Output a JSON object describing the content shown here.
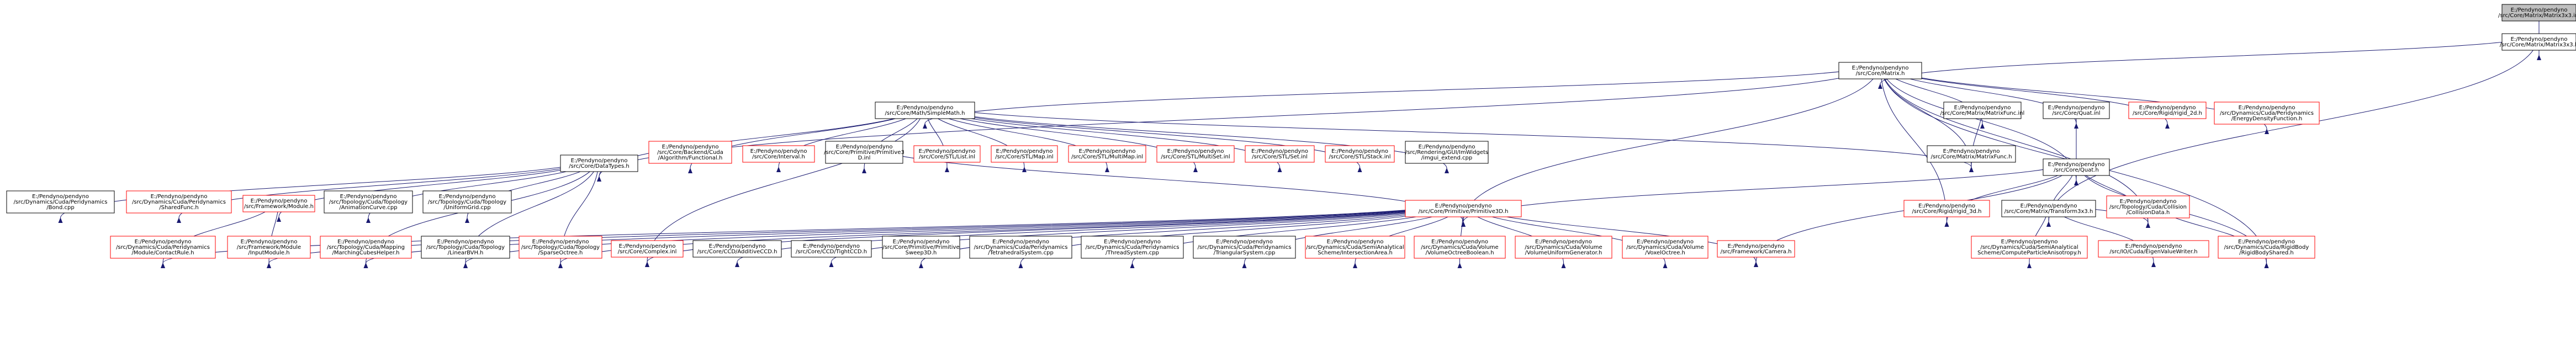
{
  "title": "Matrix3x3.inl include dependency graph",
  "colors": {
    "root_fill": "#bfbfbf",
    "normal_fill": "#ffffff",
    "normal_border": "#000000",
    "leaf_border": "#ff0000",
    "edge": "#191970"
  },
  "nodes": [
    {
      "id": "n0",
      "lines": [
        "E:/Pendyno/pendyno",
        "/src/Core/Matrix/Matrix3x3.inl"
      ],
      "kind": "root"
    },
    {
      "id": "n1",
      "lines": [
        "E:/Pendyno/pendyno",
        "/src/Core/Matrix/Matrix3x3.h"
      ],
      "kind": "normal"
    },
    {
      "id": "n2",
      "lines": [
        "E:/Pendyno/pendyno",
        "/src/Core/Matrix.h"
      ],
      "kind": "normal"
    },
    {
      "id": "n3",
      "lines": [
        "E:/Pendyno/pendyno",
        "/src/Core/Math/SimpleMath.h"
      ],
      "kind": "normal"
    },
    {
      "id": "n4",
      "lines": [
        "E:/Pendyno/pendyno",
        "/src/Core/Matrix/MatrixFunc.inl"
      ],
      "kind": "normal"
    },
    {
      "id": "n5",
      "lines": [
        "E:/Pendyno/pendyno",
        "/src/Core/Quat.inl"
      ],
      "kind": "normal"
    },
    {
      "id": "n6",
      "lines": [
        "E:/Pendyno/pendyno",
        "/src/Core/Rigid/rigid_2d.h"
      ],
      "kind": "leaf"
    },
    {
      "id": "n7",
      "lines": [
        "E:/Pendyno/pendyno",
        "/src/Dynamics/Cuda/Peridynamics",
        "/EnergyDensityFunction.h"
      ],
      "kind": "leaf"
    },
    {
      "id": "n8",
      "lines": [
        "E:/Pendyno/pendyno",
        "/src/Core/DataTypes.h"
      ],
      "kind": "normal"
    },
    {
      "id": "n9",
      "lines": [
        "E:/Pendyno/pendyno",
        "/src/Core/Backend/Cuda",
        "/Algorithm/Functional.h"
      ],
      "kind": "leaf"
    },
    {
      "id": "n10",
      "lines": [
        "E:/Pendyno/pendyno",
        "/src/Core/Interval.h"
      ],
      "kind": "leaf"
    },
    {
      "id": "n11",
      "lines": [
        "E:/Pendyno/pendyno",
        "/src/Core/Primitive/Primitive3",
        "D.inl"
      ],
      "kind": "normal"
    },
    {
      "id": "n12",
      "lines": [
        "E:/Pendyno/pendyno",
        "/src/Core/STL/List.inl"
      ],
      "kind": "leaf"
    },
    {
      "id": "n13",
      "lines": [
        "E:/Pendyno/pendyno",
        "/src/Core/STL/Map.inl"
      ],
      "kind": "leaf"
    },
    {
      "id": "n14",
      "lines": [
        "E:/Pendyno/pendyno",
        "/src/Core/STL/MultiMap.inl"
      ],
      "kind": "leaf"
    },
    {
      "id": "n15",
      "lines": [
        "E:/Pendyno/pendyno",
        "/src/Core/STL/MultiSet.inl"
      ],
      "kind": "leaf"
    },
    {
      "id": "n16",
      "lines": [
        "E:/Pendyno/pendyno",
        "/src/Core/STL/Set.inl"
      ],
      "kind": "leaf"
    },
    {
      "id": "n17",
      "lines": [
        "E:/Pendyno/pendyno",
        "/src/Core/STL/Stack.inl"
      ],
      "kind": "leaf"
    },
    {
      "id": "n18",
      "lines": [
        "E:/Pendyno/pendyno",
        "/src/Rendering/GUI/ImWidgets",
        "/imgui_extend.cpp"
      ],
      "kind": "normal"
    },
    {
      "id": "n19",
      "lines": [
        "E:/Pendyno/pendyno",
        "/src/Core/Matrix/MatrixFunc.h"
      ],
      "kind": "normal"
    },
    {
      "id": "n20",
      "lines": [
        "E:/Pendyno/pendyno",
        "/src/Core/Quat.h"
      ],
      "kind": "normal"
    },
    {
      "id": "n21",
      "lines": [
        "E:/Pendyno/pendyno",
        "/src/Dynamics/Cuda/Peridynamics",
        "/Bond.cpp"
      ],
      "kind": "normal"
    },
    {
      "id": "n22",
      "lines": [
        "E:/Pendyno/pendyno",
        "/src/Dynamics/Cuda/Peridynamics",
        "/SharedFunc.h"
      ],
      "kind": "leaf"
    },
    {
      "id": "n23",
      "lines": [
        "E:/Pendyno/pendyno",
        "/src/Framework/Module.h"
      ],
      "kind": "leaf"
    },
    {
      "id": "n24",
      "lines": [
        "E:/Pendyno/pendyno",
        "/src/Topology/Cuda/Topology",
        "/AnimationCurve.cpp"
      ],
      "kind": "normal"
    },
    {
      "id": "n25",
      "lines": [
        "E:/Pendyno/pendyno",
        "/src/Topology/Cuda/Topology",
        "/UniformGrid.cpp"
      ],
      "kind": "normal"
    },
    {
      "id": "n26",
      "lines": [
        "E:/Pendyno/pendyno",
        "/src/Core/Primitive/Primitive3D.h"
      ],
      "kind": "leaf"
    },
    {
      "id": "n27",
      "lines": [
        "E:/Pendyno/pendyno",
        "/src/Core/Rigid/rigid_3d.h"
      ],
      "kind": "leaf"
    },
    {
      "id": "n28",
      "lines": [
        "E:/Pendyno/pendyno",
        "/src/Core/Matrix/Transform3x3.h"
      ],
      "kind": "normal"
    },
    {
      "id": "n29",
      "lines": [
        "E:/Pendyno/pendyno",
        "/src/Topology/Cuda/Collision",
        "/CollisionData.h"
      ],
      "kind": "leaf"
    },
    {
      "id": "n30",
      "lines": [
        "E:/Pendyno/pendyno",
        "/src/Dynamics/Cuda/Peridynamics",
        "/Module/ContactRule.h"
      ],
      "kind": "leaf"
    },
    {
      "id": "n31",
      "lines": [
        "E:/Pendyno/pendyno",
        "/src/Framework/Module",
        "/InputModule.h"
      ],
      "kind": "leaf"
    },
    {
      "id": "n32",
      "lines": [
        "E:/Pendyno/pendyno",
        "/src/Topology/Cuda/Mapping",
        "/MarchingCubesHelper.h"
      ],
      "kind": "leaf"
    },
    {
      "id": "n33",
      "lines": [
        "E:/Pendyno/pendyno",
        "/src/Topology/Cuda/Topology",
        "/LinearBVH.h"
      ],
      "kind": "normal"
    },
    {
      "id": "n34",
      "lines": [
        "E:/Pendyno/pendyno",
        "/src/Topology/Cuda/Topology",
        "/SparseOctree.h"
      ],
      "kind": "leaf"
    },
    {
      "id": "n35",
      "lines": [
        "E:/Pendyno/pendyno",
        "/src/Core/Complex.inl"
      ],
      "kind": "leaf"
    },
    {
      "id": "n36",
      "lines": [
        "E:/Pendyno/pendyno",
        "/src/Core/CCD/AdditiveCCD.h"
      ],
      "kind": "normal"
    },
    {
      "id": "n37",
      "lines": [
        "E:/Pendyno/pendyno",
        "/src/Core/CCD/TightCCD.h"
      ],
      "kind": "normal"
    },
    {
      "id": "n38",
      "lines": [
        "E:/Pendyno/pendyno",
        "/src/Core/Primitive/Primitive",
        "Sweep3D.h"
      ],
      "kind": "normal"
    },
    {
      "id": "n39",
      "lines": [
        "E:/Pendyno/pendyno",
        "/src/Dynamics/Cuda/Peridynamics",
        "/TetrahedralSystem.cpp"
      ],
      "kind": "normal"
    },
    {
      "id": "n40",
      "lines": [
        "E:/Pendyno/pendyno",
        "/src/Dynamics/Cuda/Peridynamics",
        "/ThreadSystem.cpp"
      ],
      "kind": "normal"
    },
    {
      "id": "n41",
      "lines": [
        "E:/Pendyno/pendyno",
        "/src/Dynamics/Cuda/Peridynamics",
        "/TriangularSystem.cpp"
      ],
      "kind": "normal"
    },
    {
      "id": "n42",
      "lines": [
        "E:/Pendyno/pendyno",
        "/src/Dynamics/Cuda/SemiAnalytical",
        "Scheme/IntersectionArea.h"
      ],
      "kind": "leaf"
    },
    {
      "id": "n43",
      "lines": [
        "E:/Pendyno/pendyno",
        "/src/Dynamics/Cuda/Volume",
        "/VolumeOctreeBoolean.h"
      ],
      "kind": "leaf"
    },
    {
      "id": "n44",
      "lines": [
        "E:/Pendyno/pendyno",
        "/src/Dynamics/Cuda/Volume",
        "/VolumeUniformGenerator.h"
      ],
      "kind": "leaf"
    },
    {
      "id": "n45",
      "lines": [
        "E:/Pendyno/pendyno",
        "/src/Dynamics/Cuda/Volume",
        "/VoxelOctree.h"
      ],
      "kind": "leaf"
    },
    {
      "id": "n46",
      "lines": [
        "E:/Pendyno/pendyno",
        "/src/Framework/Camera.h"
      ],
      "kind": "leaf"
    },
    {
      "id": "n47",
      "lines": [
        "E:/Pendyno/pendyno",
        "/src/Dynamics/Cuda/SemiAnalytical",
        "Scheme/ComputeParticleAnisotropy.h"
      ],
      "kind": "leaf"
    },
    {
      "id": "n48",
      "lines": [
        "E:/Pendyno/pendyno",
        "/src/IO/Cuda/EigenValueWriter.h"
      ],
      "kind": "leaf"
    },
    {
      "id": "n49",
      "lines": [
        "E:/Pendyno/pendyno",
        "/src/Dynamics/Cuda/RigidBody",
        "/RigidBodyShared.h"
      ],
      "kind": "leaf"
    }
  ],
  "edges": [
    [
      "n0",
      "n1"
    ],
    [
      "n1",
      "n2"
    ],
    [
      "n1",
      "n28"
    ],
    [
      "n2",
      "n3"
    ],
    [
      "n2",
      "n4"
    ],
    [
      "n2",
      "n5"
    ],
    [
      "n2",
      "n6"
    ],
    [
      "n2",
      "n7"
    ],
    [
      "n2",
      "n8"
    ],
    [
      "n2",
      "n19"
    ],
    [
      "n2",
      "n20"
    ],
    [
      "n2",
      "n26"
    ],
    [
      "n2",
      "n27"
    ],
    [
      "n2",
      "n29"
    ],
    [
      "n2",
      "n49"
    ],
    [
      "n3",
      "n8"
    ],
    [
      "n3",
      "n9"
    ],
    [
      "n3",
      "n10"
    ],
    [
      "n3",
      "n11"
    ],
    [
      "n3",
      "n12"
    ],
    [
      "n3",
      "n13"
    ],
    [
      "n3",
      "n14"
    ],
    [
      "n3",
      "n15"
    ],
    [
      "n3",
      "n16"
    ],
    [
      "n3",
      "n17"
    ],
    [
      "n3",
      "n18"
    ],
    [
      "n3",
      "n19"
    ],
    [
      "n3",
      "n35"
    ],
    [
      "n4",
      "n19"
    ],
    [
      "n5",
      "n20"
    ],
    [
      "n8",
      "n21"
    ],
    [
      "n8",
      "n22"
    ],
    [
      "n8",
      "n23"
    ],
    [
      "n8",
      "n24"
    ],
    [
      "n8",
      "n25"
    ],
    [
      "n8",
      "n32"
    ],
    [
      "n8",
      "n33"
    ],
    [
      "n8",
      "n34"
    ],
    [
      "n11",
      "n26"
    ],
    [
      "n20",
      "n26"
    ],
    [
      "n20",
      "n27"
    ],
    [
      "n20",
      "n28"
    ],
    [
      "n20",
      "n29"
    ],
    [
      "n20",
      "n46"
    ],
    [
      "n20",
      "n49"
    ],
    [
      "n23",
      "n30"
    ],
    [
      "n23",
      "n31"
    ],
    [
      "n26",
      "n30"
    ],
    [
      "n26",
      "n31"
    ],
    [
      "n26",
      "n32"
    ],
    [
      "n26",
      "n33"
    ],
    [
      "n26",
      "n34"
    ],
    [
      "n26",
      "n35"
    ],
    [
      "n26",
      "n36"
    ],
    [
      "n26",
      "n37"
    ],
    [
      "n26",
      "n38"
    ],
    [
      "n26",
      "n39"
    ],
    [
      "n26",
      "n40"
    ],
    [
      "n26",
      "n41"
    ],
    [
      "n26",
      "n42"
    ],
    [
      "n26",
      "n43"
    ],
    [
      "n26",
      "n44"
    ],
    [
      "n26",
      "n45"
    ],
    [
      "n26",
      "n46"
    ],
    [
      "n28",
      "n29"
    ],
    [
      "n28",
      "n47"
    ],
    [
      "n28",
      "n48"
    ],
    [
      "n29",
      "n49"
    ]
  ]
}
